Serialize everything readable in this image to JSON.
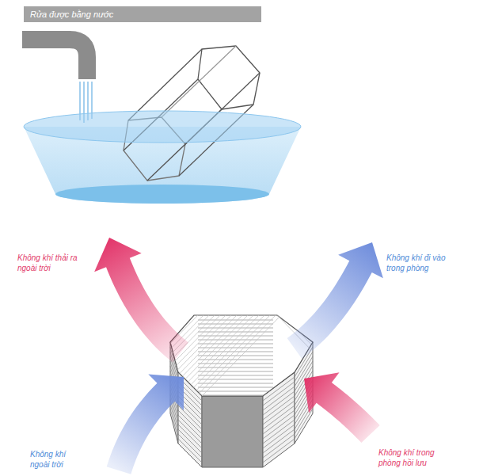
{
  "diagram": {
    "nodes": [
      {
        "text": [
          "Rửa được bằng nước"
        ]
      }
    ],
    "labels": [
      "Không khí thải ra ngoài trời",
      "Không khí đi vào trong phòng",
      "Không khí ngoài trời",
      "Không khí trong phòng hồi lưu"
    ]
  }
}
